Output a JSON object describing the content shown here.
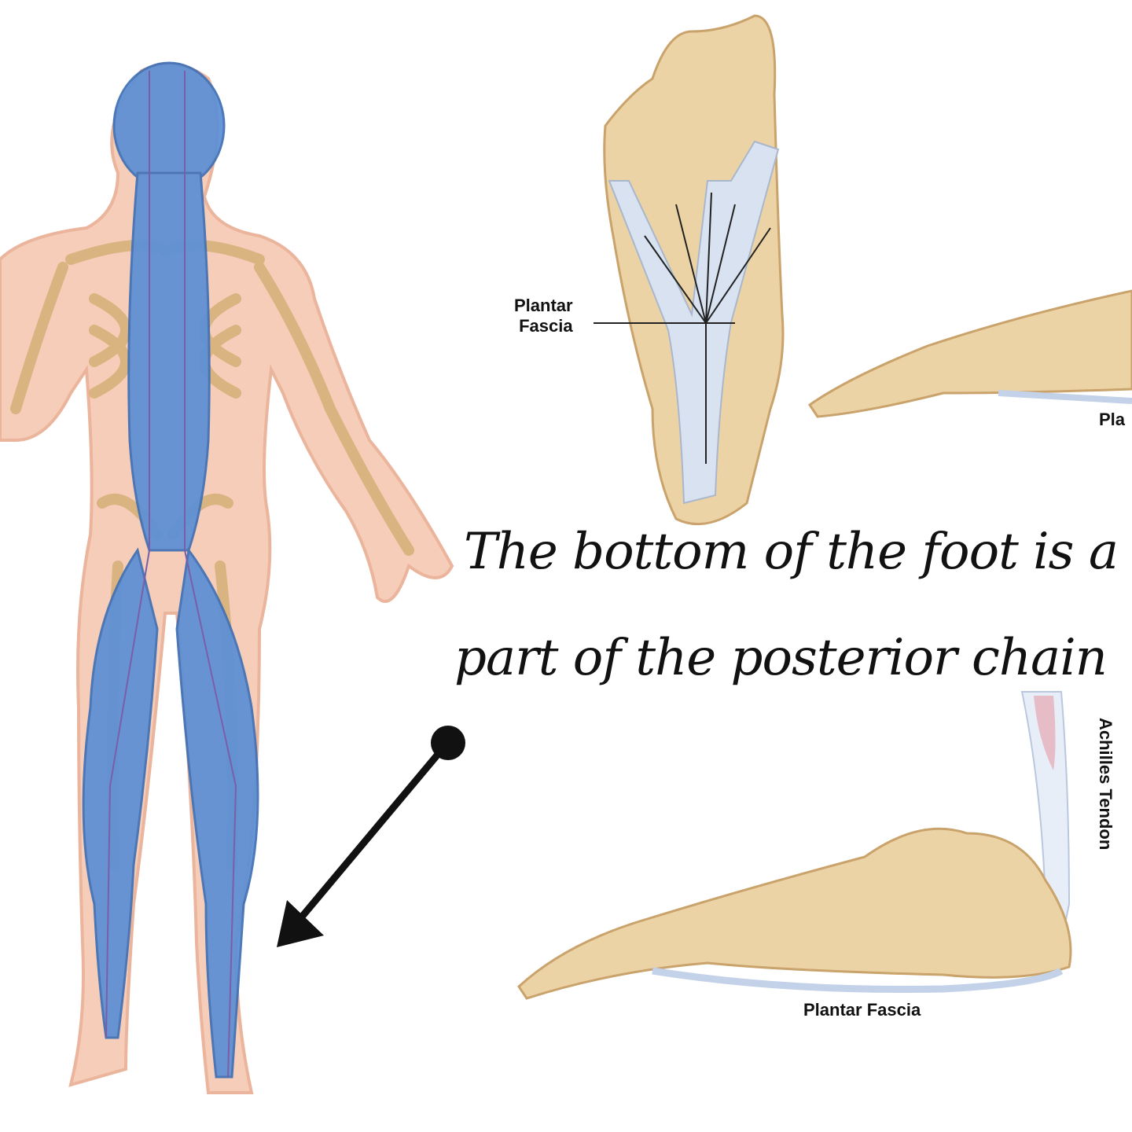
{
  "caption": {
    "line1": "The bottom of the foot is a",
    "line2": "part of the posterior chain"
  },
  "labels": {
    "top_foot_line1": "Plantar",
    "top_foot_line2": "Fascia",
    "side_foot_top_cut": "Pla",
    "achilles": "Achilles Tendon",
    "side_foot_bottom": "Plantar Fascia"
  },
  "colors": {
    "skin": "#f6cdb8",
    "bone": "#e2bf88",
    "muscle_chain": "#5b8fd6",
    "fascia": "#d8e2f0",
    "text": "#111111"
  }
}
